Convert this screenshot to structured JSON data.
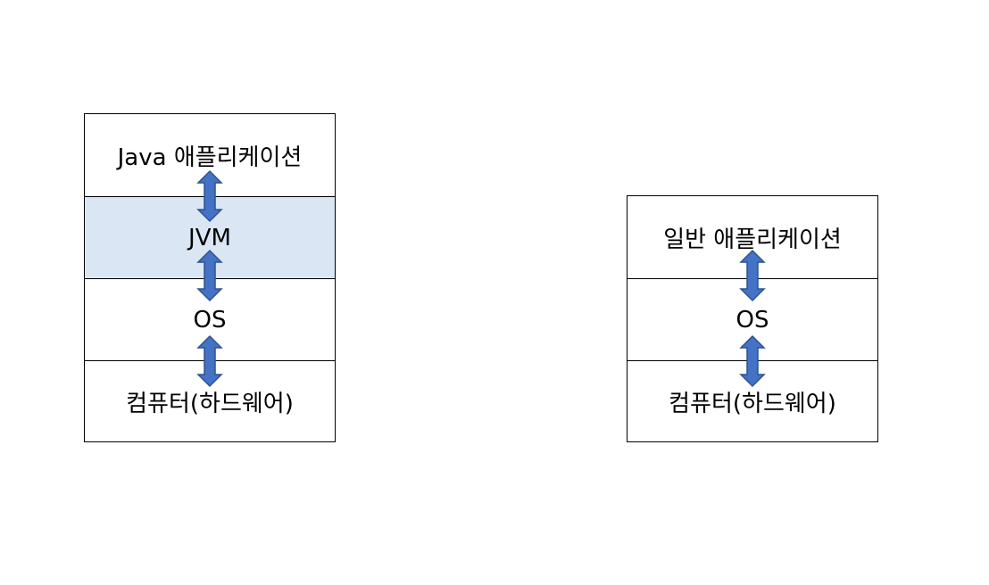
{
  "diagrams": [
    {
      "id": "java",
      "layers": [
        {
          "label": "Java 애플리케이션",
          "highlight": false
        },
        {
          "label": "JVM",
          "highlight": true
        },
        {
          "label": "OS",
          "highlight": false
        },
        {
          "label": "컴퓨터(하드웨어)",
          "highlight": false
        }
      ]
    },
    {
      "id": "general",
      "layers": [
        {
          "label": "일반 애플리케이션",
          "highlight": false
        },
        {
          "label": "OS",
          "highlight": false
        },
        {
          "label": "컴퓨터(하드웨어)",
          "highlight": false
        }
      ]
    }
  ],
  "colors": {
    "highlight_fill": "#dae6f4",
    "arrow_fill": "#4472c4",
    "arrow_stroke": "#2f528f",
    "border": "#000000"
  }
}
